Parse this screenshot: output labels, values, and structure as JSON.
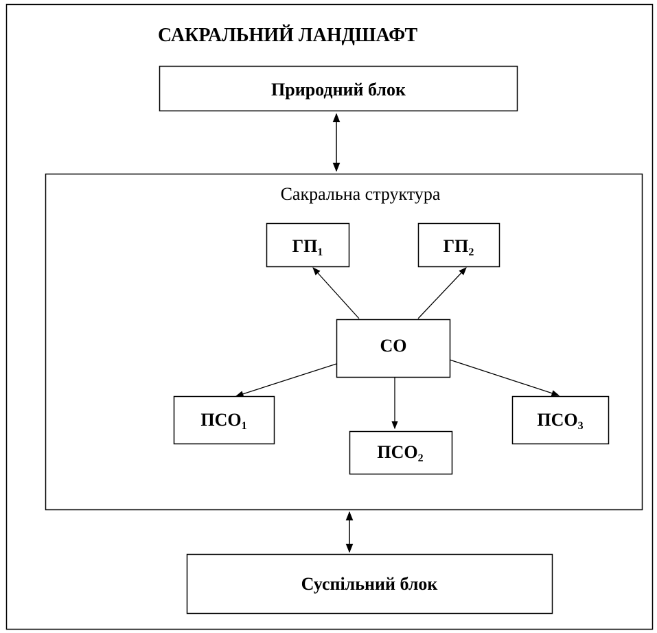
{
  "diagram": {
    "title": "САКРАЛЬНИЙ ЛАНДШАФТ",
    "natural_block": "Природний блок",
    "sacred_structure": "Сакральна структура",
    "social_block": "Суспільний блок",
    "nodes": {
      "gp1": {
        "base": "ГП",
        "sub": "1"
      },
      "gp2": {
        "base": "ГП",
        "sub": "2"
      },
      "so": {
        "base": "СО"
      },
      "pso1": {
        "base": "ПСО",
        "sub": "1"
      },
      "pso2": {
        "base": "ПСО",
        "sub": "2"
      },
      "pso3": {
        "base": "ПСО",
        "sub": "3"
      }
    },
    "colors": {
      "stroke": "#000000",
      "background": "#ffffff"
    }
  }
}
